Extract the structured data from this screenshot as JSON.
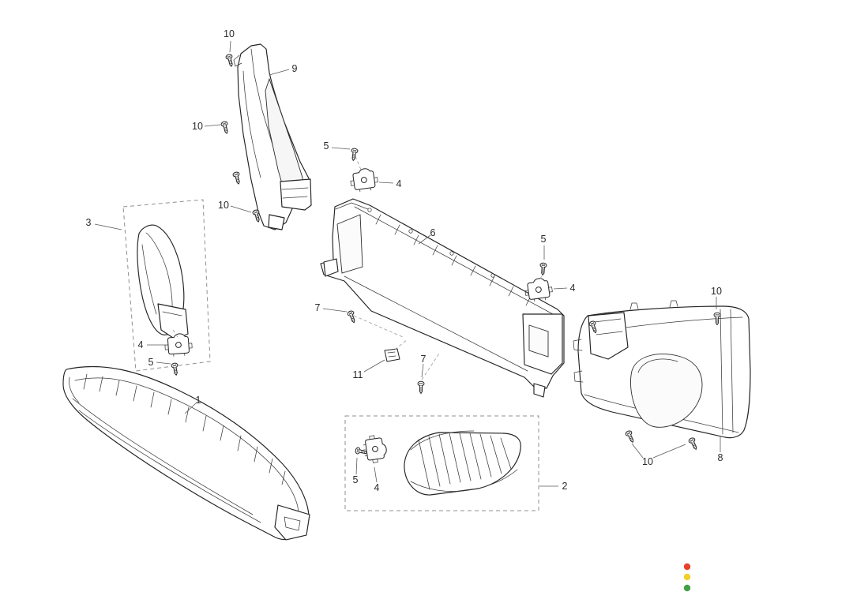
{
  "diagram": {
    "type": "exploded-parts-diagram",
    "subject": "front-bumper-grille-and-air-duct-assembly",
    "callouts": [
      {
        "ref": "10"
      },
      {
        "ref": "9"
      },
      {
        "ref": "10"
      },
      {
        "ref": "5"
      },
      {
        "ref": "4"
      },
      {
        "ref": "10"
      },
      {
        "ref": "3"
      },
      {
        "ref": "6"
      },
      {
        "ref": "5"
      },
      {
        "ref": "4"
      },
      {
        "ref": "7"
      },
      {
        "ref": "10"
      },
      {
        "ref": "4"
      },
      {
        "ref": "5"
      },
      {
        "ref": "11"
      },
      {
        "ref": "7"
      },
      {
        "ref": "1"
      },
      {
        "ref": "5"
      },
      {
        "ref": "4"
      },
      {
        "ref": "2"
      },
      {
        "ref": "10"
      },
      {
        "ref": "8"
      }
    ],
    "line_color": "#232323",
    "background_color": "#ffffff"
  },
  "legend_dots": {
    "colors": [
      "#e8412c",
      "#f3cf2a",
      "#43a047"
    ]
  }
}
